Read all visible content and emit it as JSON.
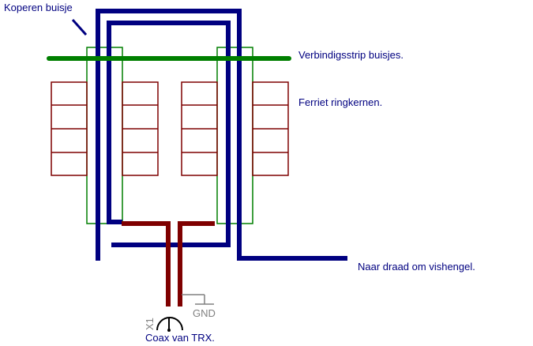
{
  "labels": {
    "copper_tube": "Koperen buisje",
    "strip": "Verbindigsstrip buisjes.",
    "ferrite": "Ferriet ringkernen.",
    "to_wire": "Naar draad om vishengel.",
    "gnd": "GND",
    "connector_ref": "X1",
    "coax": "Coax van TRX."
  },
  "colors": {
    "blue_wire": "#000080",
    "green_strip": "#007f00",
    "green_outline": "#007f00",
    "ferrite": "#7f0000",
    "coax": "#7f0000",
    "gnd": "#808080",
    "text_blue": "#000080"
  }
}
